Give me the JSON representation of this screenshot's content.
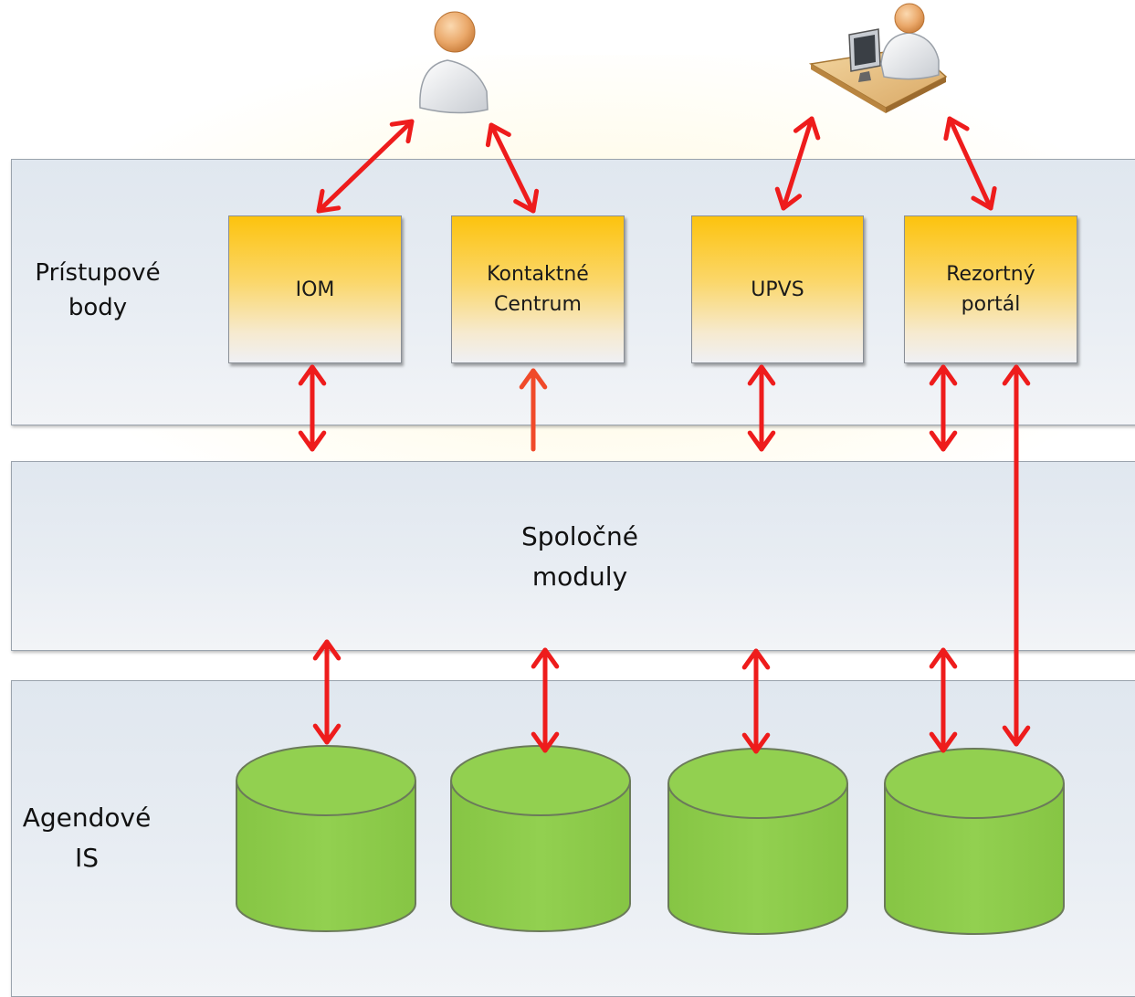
{
  "layers": {
    "access": {
      "label": "Prístupové\nbody"
    },
    "common": {
      "label": "Spoločné\nmoduly"
    },
    "agenda": {
      "label": "Agendové\nIS"
    }
  },
  "access_points": [
    {
      "id": "iom",
      "label": "IOM"
    },
    {
      "id": "kontaktne-centrum",
      "label": "Kontaktné\nCentrum"
    },
    {
      "id": "upvs",
      "label": "UPVS"
    },
    {
      "id": "rezortny-portal",
      "label": "Rezortný\nportál"
    }
  ],
  "actors": [
    {
      "id": "citizen",
      "icon": "person-icon"
    },
    {
      "id": "clerk",
      "icon": "person-at-desk-icon"
    }
  ],
  "colors": {
    "arrow": "#ee1c1c",
    "arrow_one_way": "#f04a2a",
    "box_top": "#fcc30e",
    "cylinder_fill": "#92d050"
  }
}
